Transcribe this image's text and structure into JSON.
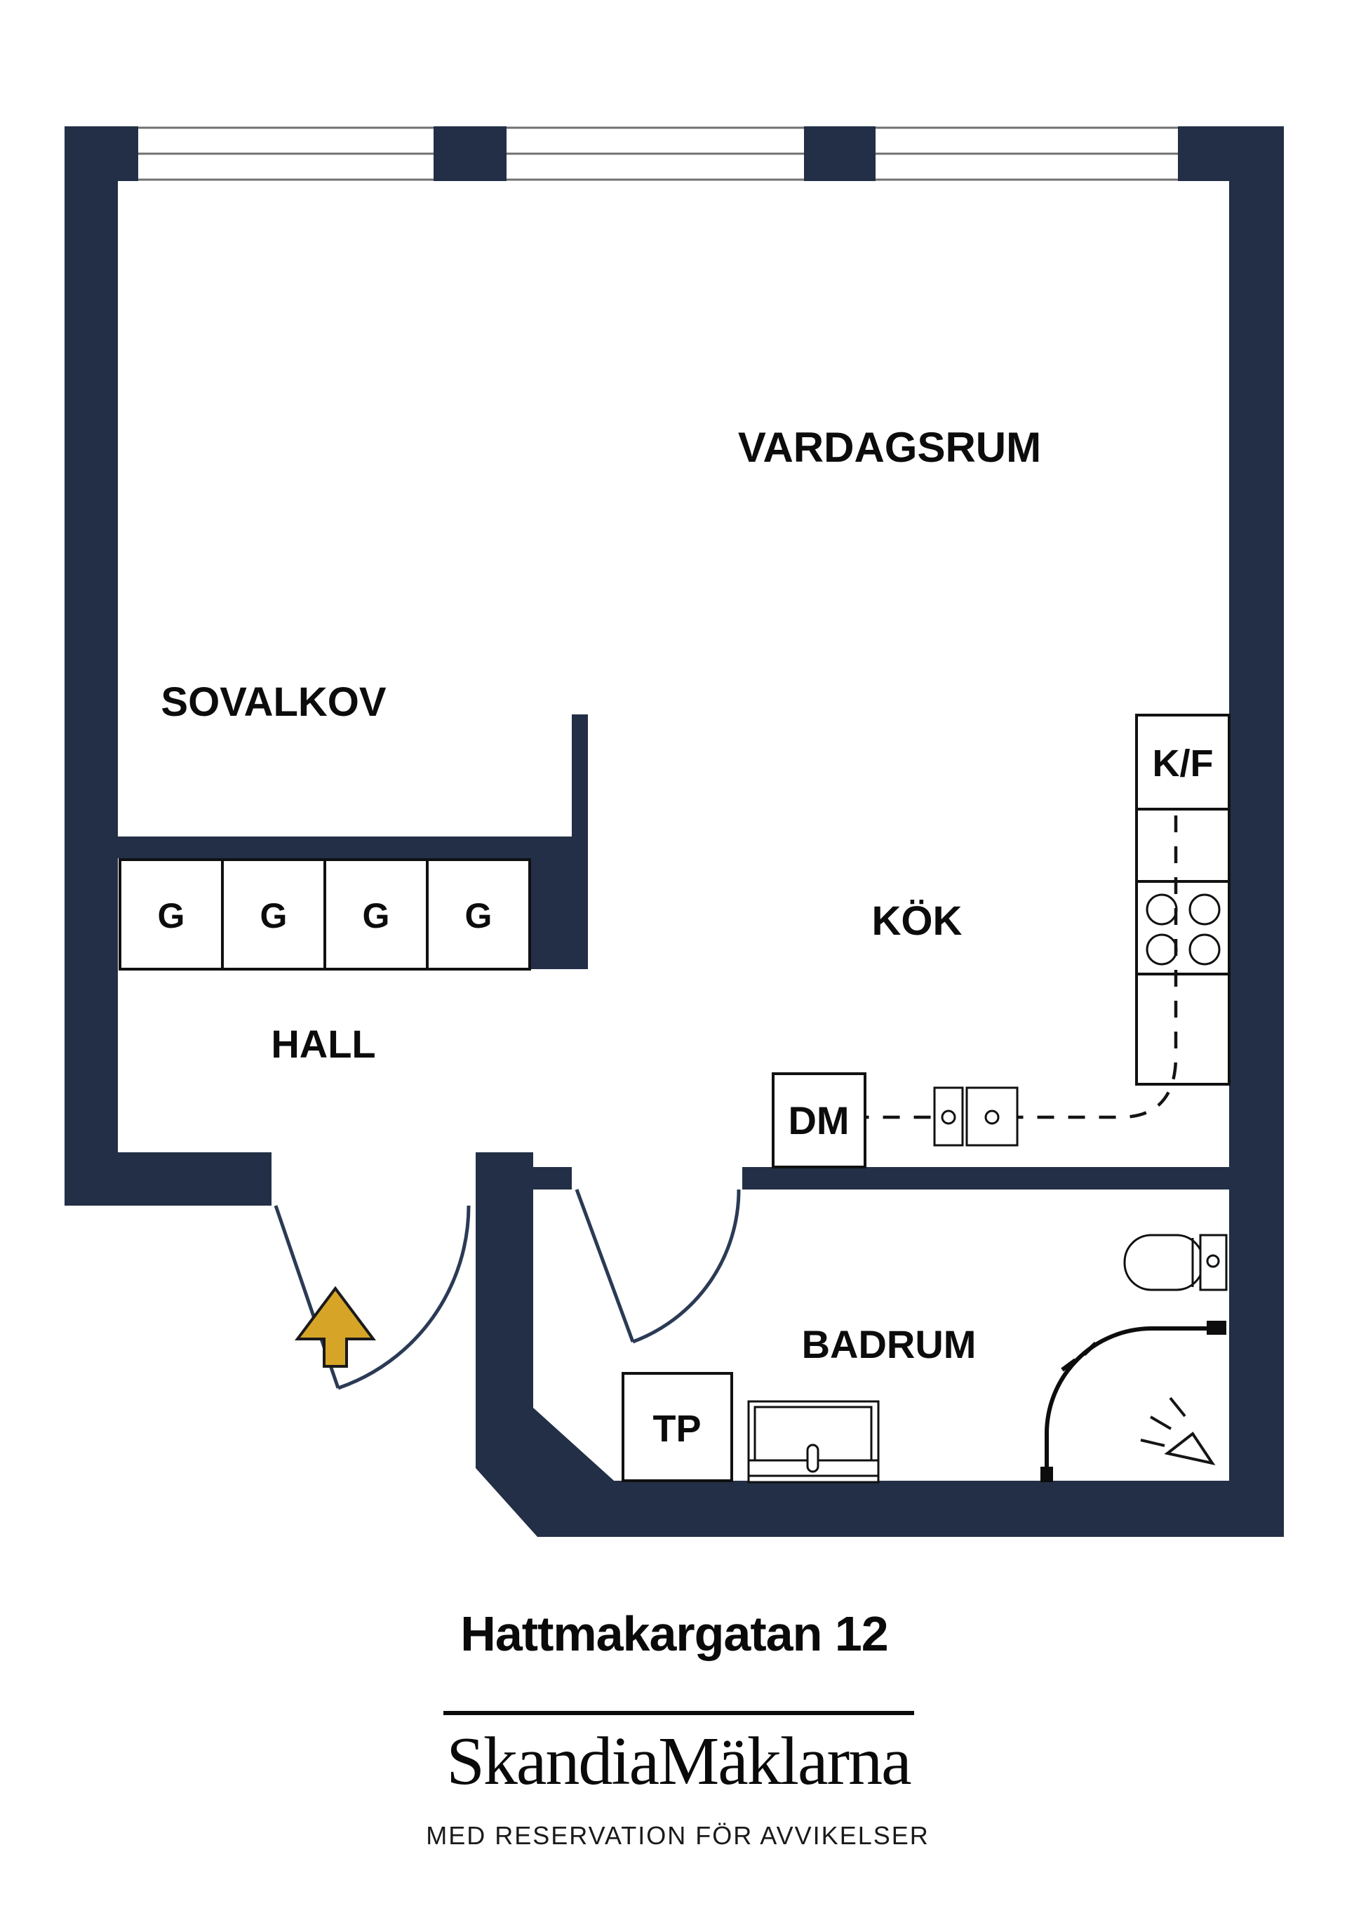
{
  "floorplan": {
    "rooms": {
      "living": "VARDAGSRUM",
      "sleeping_alcove": "SOVALKOV",
      "kitchen": "KÖK",
      "hall": "HALL",
      "bathroom": "BADRUM"
    },
    "fixtures": {
      "fridge_freezer": "K/F",
      "dishwasher": "DM",
      "tumble_dryer": "TP",
      "wardrobe": "G",
      "wardrobe_count": 4
    },
    "icons": {
      "entrance_arrow": "up-arrow",
      "toilet": "toilet-plan-symbol",
      "shower": "shower-head-and-curtain-rod",
      "washing_machine": "washing-machine-plan-symbol",
      "stove": "four-burner-hob",
      "sink": "double-basin-sink",
      "windows": "triple-line-window-symbol"
    },
    "colors": {
      "wall": "#222F46",
      "arrow": "#D6A528",
      "outline": "#111111",
      "window_line": "#717171",
      "door_stroke": "#2B3A55"
    }
  },
  "footer": {
    "address": "Hattmakargatan 12",
    "brand": "SkandiaMäklarna",
    "disclaimer": "MED RESERVATION FÖR AVVIKELSER"
  }
}
